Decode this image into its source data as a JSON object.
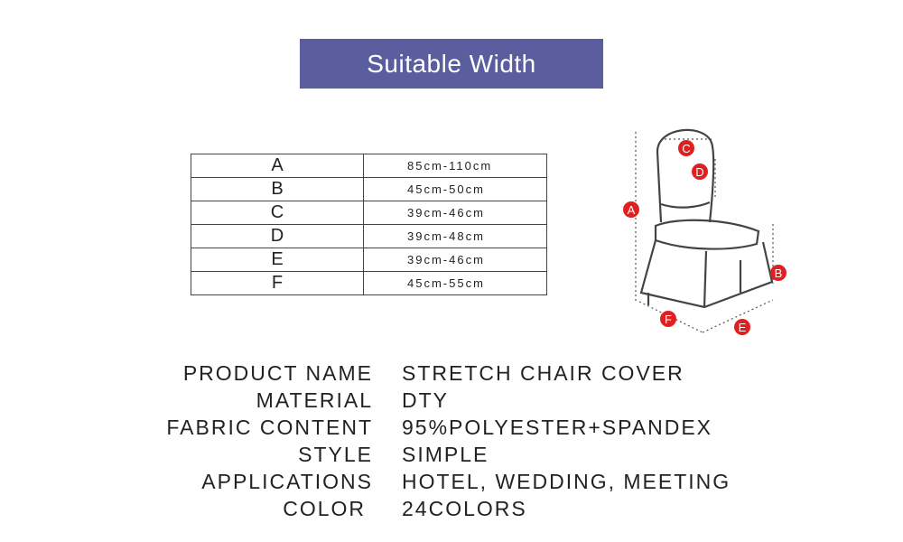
{
  "banner": {
    "title": "Suitable Width"
  },
  "size_table": {
    "rows": [
      {
        "letter": "A",
        "value": "85cm-110cm"
      },
      {
        "letter": "B",
        "value": "45cm-50cm"
      },
      {
        "letter": "C",
        "value": "39cm-46cm"
      },
      {
        "letter": "D",
        "value": "39cm-48cm"
      },
      {
        "letter": "E",
        "value": "39cm-46cm"
      },
      {
        "letter": "F",
        "value": "45cm-55cm"
      }
    ]
  },
  "diagram": {
    "markers": [
      "A",
      "B",
      "C",
      "D",
      "E",
      "F"
    ],
    "marker_color": "#e02020"
  },
  "specs": [
    {
      "label": "PRODUCT NAME",
      "value": "STRETCH CHAIR COVER"
    },
    {
      "label": "MATERIAL",
      "value": "DTY"
    },
    {
      "label": "FABRIC CONTENT",
      "value": "95%POLYESTER+SPANDEX"
    },
    {
      "label": "STYLE",
      "value": "SIMPLE"
    },
    {
      "label": "APPLICATIONS",
      "value": "HOTEL, WEDDING, MEETING"
    },
    {
      "label": "COLOR",
      "value": "24COLORS"
    }
  ],
  "colors": {
    "banner_bg": "#5a5e9e",
    "text": "#222222"
  }
}
